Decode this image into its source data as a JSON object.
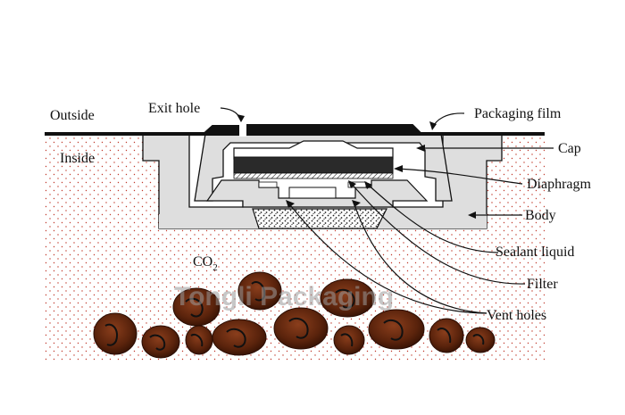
{
  "diagram": {
    "labels": {
      "outside": "Outside",
      "inside": "Inside",
      "exit_hole": "Exit hole",
      "packaging_film": "Packaging film",
      "cap": "Cap",
      "diaphragm": "Diaphragm",
      "body": "Body",
      "sealant_liquid": "Sealant liquid",
      "filter": "Filter",
      "vent_holes": "Vent holes",
      "co2_main": "CO",
      "co2_sub": "2"
    },
    "watermark": "Tongli Packaging",
    "colors": {
      "line": "#111111",
      "valve_fill": "#dedede",
      "diaphragm": "#2a2a2a",
      "dots": "#c0392b",
      "bean": "#6b2d12",
      "bean_dark": "#3a1405"
    }
  }
}
